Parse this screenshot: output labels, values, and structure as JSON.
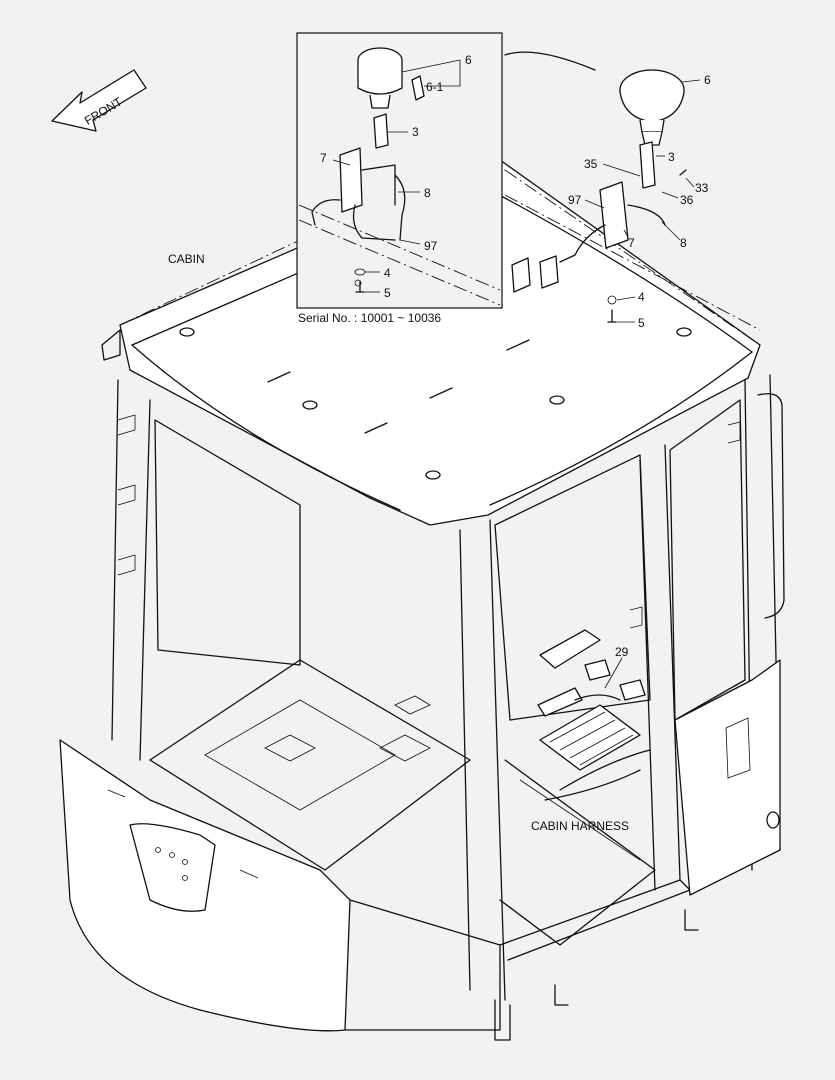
{
  "labels": {
    "front": "FRONT",
    "cabin": "CABIN",
    "cabin_harness": "CABIN HARNESS",
    "serial": "Serial No. : 10001 ~ 10036"
  },
  "inset_callouts": {
    "c6": "6",
    "c6_1": "6-1",
    "c3": "3",
    "c7": "7",
    "c8": "8",
    "c97": "97",
    "c4": "4",
    "c5": "5"
  },
  "main_callouts": {
    "c6": "6",
    "c3": "3",
    "c35": "35",
    "c33": "33",
    "c36": "36",
    "c97": "97",
    "c7": "7",
    "c8": "8",
    "c4": "4",
    "c5": "5",
    "c29": "29"
  },
  "colors": {
    "line": "#111111",
    "background": "#f2f2f2",
    "part_fill": "#ffffff"
  }
}
